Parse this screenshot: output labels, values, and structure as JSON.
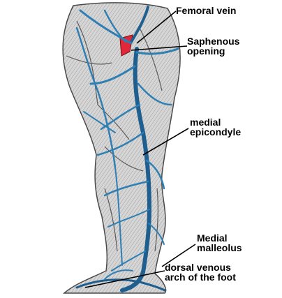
{
  "labels": {
    "femoral_vein": "Femoral vein",
    "saphenous_opening_1": "Saphenous",
    "saphenous_opening_2": "opening",
    "medial_epicondyle_1": "medial",
    "medial_epicondyle_2": "epicondyle",
    "medial_malleolus_1": "Medial",
    "medial_malleolus_2": "malleolus",
    "dorsal_arch_1": "dorsal venous",
    "dorsal_arch_2": "arch of the foot"
  },
  "colors": {
    "vein": "#1f5f8f",
    "vein_light": "#2f7fb3",
    "skin": "#cfcfcf",
    "outline": "#4a4a4a",
    "opening": "#e0283a",
    "text": "#000000"
  }
}
